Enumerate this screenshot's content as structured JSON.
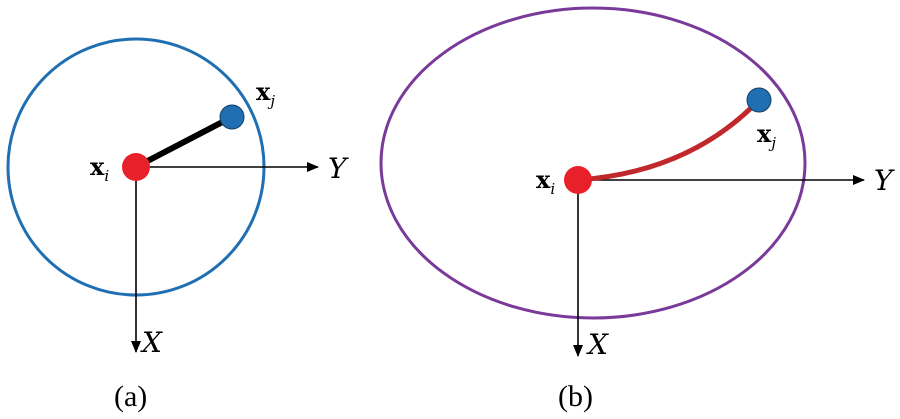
{
  "colors": {
    "circle_a": "#1f6fb2",
    "ellipse_b": "#7a3a9a",
    "node_i": "#e8202a",
    "node_j": "#1f6fb2",
    "link_a": "#000000",
    "link_b": "#c0282c",
    "axis": "#000000"
  },
  "panels": [
    {
      "id": "a",
      "caption": "(a)",
      "node_i_label": "x",
      "node_i_subscript": "i",
      "node_j_label": "x",
      "node_j_subscript": "j",
      "axis_y_label": "Y",
      "axis_x_label": "X",
      "link": "straight"
    },
    {
      "id": "b",
      "caption": "(b)",
      "node_i_label": "x",
      "node_i_subscript": "i",
      "node_j_label": "x",
      "node_j_subscript": "j",
      "axis_y_label": "Y",
      "axis_x_label": "X",
      "link": "curved"
    }
  ]
}
